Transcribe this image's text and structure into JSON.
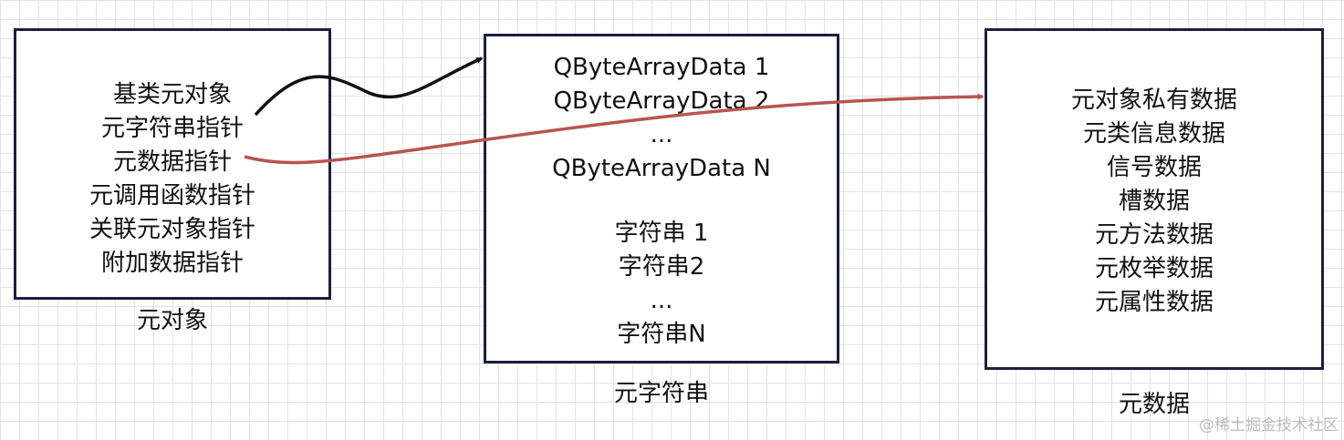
{
  "meta_object": {
    "items": [
      "基类元对象",
      "元字符串指针",
      "元数据指针",
      "元调用函数指针",
      "关联元对象指针",
      "附加数据指针"
    ],
    "caption": "元对象"
  },
  "meta_string": {
    "array_items": [
      "QByteArrayData 1",
      "QByteArrayData 2",
      "...",
      "QByteArrayData N"
    ],
    "string_items": [
      "字符串 1",
      "字符串2",
      "...",
      "字符串N"
    ],
    "caption": "元字符串"
  },
  "meta_data": {
    "items": [
      "元对象私有数据",
      "元类信息数据",
      "信号数据",
      "槽数据",
      "元方法数据",
      "元枚举数据",
      "元属性数据"
    ],
    "caption": "元数据"
  },
  "arrows": {
    "string_pointer_color": "#111111",
    "data_pointer_color": "#b85450"
  },
  "watermark": "@稀土掘金技术社区"
}
